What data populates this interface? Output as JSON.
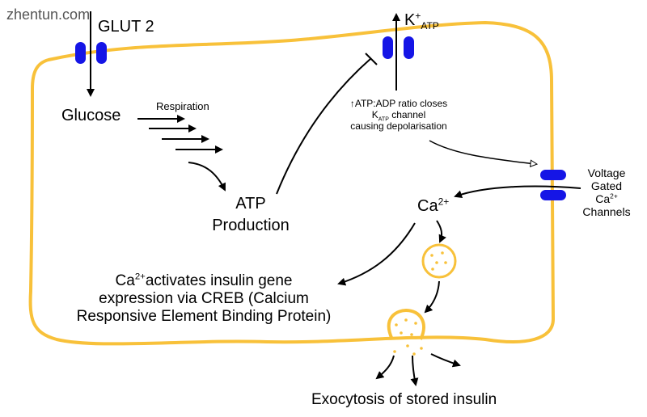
{
  "watermark": "zhentun.com",
  "labels": {
    "glut2": "GLUT 2",
    "glucose": "Glucose",
    "respiration": "Respiration",
    "atp_line1": "ATP",
    "atp_line2": "Production",
    "katp_k": "K",
    "katp_sup": "+",
    "katp_sub": "ATP",
    "ratio_line1": "ATP:ADP ratio closes",
    "ratio_line2_k": "K",
    "ratio_line2_sub": "ATP",
    "ratio_line2_rest": " channel",
    "ratio_line3": "causing depolarisation",
    "vg_line1": "Voltage",
    "vg_line2": "Gated",
    "vg_line3_ca": "Ca",
    "vg_line3_sup": "2+",
    "vg_line4": "Channels",
    "ca_ca": "Ca",
    "ca_sup": "2+",
    "creb_ca": "Ca",
    "creb_sup": "2+",
    "creb_line1_rest": "activates insulin gene",
    "creb_line2": "expression via CREB (Calcium",
    "creb_line3": "Responsive Element Binding Protein)",
    "exocytosis": "Exocytosis of stored insulin"
  },
  "colors": {
    "membrane": "#f8c13a",
    "channel": "#1515e6",
    "arrow": "#000000"
  }
}
